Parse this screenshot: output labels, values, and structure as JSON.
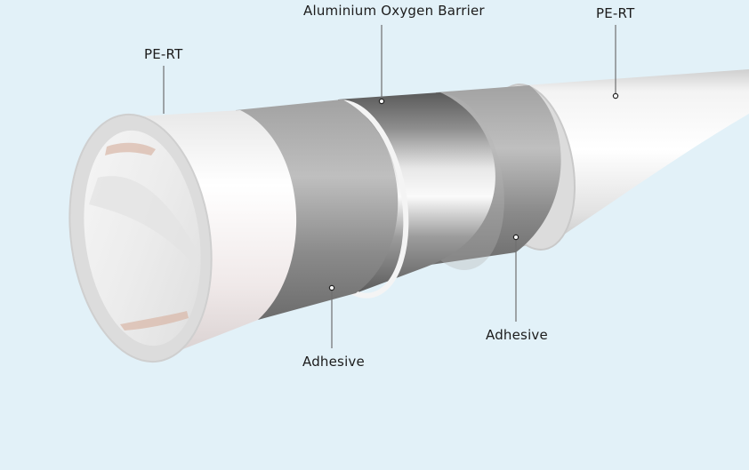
{
  "labels": {
    "outer_pe_rt": "PE-RT",
    "aluminium_barrier": "Aluminium Oxygen Barrier",
    "inner_pe_rt": "PE-RT",
    "adhesive_inner": "Adhesive",
    "adhesive_outer": "Adhesive"
  },
  "colors": {
    "background": "#e2f1f8",
    "pe_rt": "#e9e9e9",
    "adhesive": "#8c8c8c",
    "aluminium": "#a9a9a9",
    "leader_line": "#6f6f6f"
  }
}
